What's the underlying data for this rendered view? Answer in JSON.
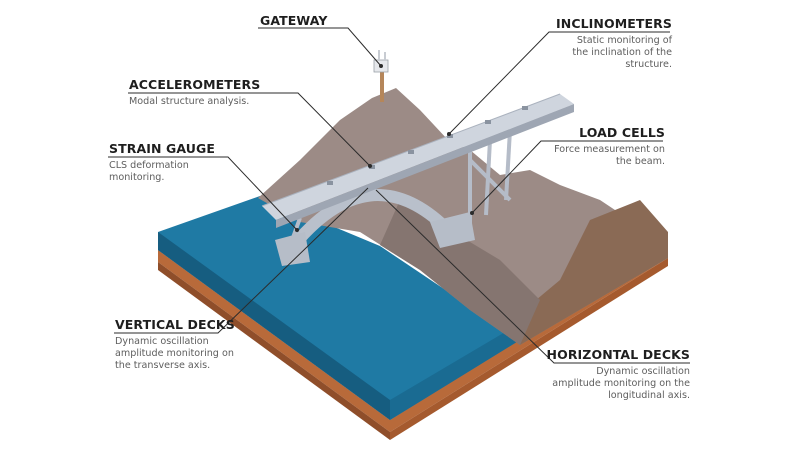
{
  "diagram": {
    "subject": "Bridge structural monitoring sensor layout",
    "colors": {
      "water": "#1d6f97",
      "water_dark": "#145a7d",
      "terrain": "#9a8a86",
      "terrain_dark": "#7b6a64",
      "soil_base": "#b86a3a",
      "bridge": "#c6ccd6",
      "leader_line": "#2b2b2b",
      "title_text": "#1e1e1e",
      "desc_text": "#5e5e5e"
    },
    "labels": [
      {
        "id": "gateway",
        "title": "GATEWAY",
        "description": ""
      },
      {
        "id": "accelerometers",
        "title": "ACCELEROMETERS",
        "description": "Modal structure analysis."
      },
      {
        "id": "strain_gauge",
        "title": "STRAIN GAUGE",
        "description": "CLS deformation monitoring."
      },
      {
        "id": "vertical_decks",
        "title": "VERTICAL DECKS",
        "description": "Dynamic oscillation amplitude monitoring on the transverse axis."
      },
      {
        "id": "inclinometers",
        "title": "INCLINOMETERS",
        "description": "Static monitoring of the inclination of the structure."
      },
      {
        "id": "load_cells",
        "title": "LOAD CELLS",
        "description": "Force measurement on the beam."
      },
      {
        "id": "horizontal_decks",
        "title": "HORIZONTAL DECKS",
        "description": "Dynamic oscillation amplitude monitoring on the longitudinal axis."
      }
    ]
  }
}
